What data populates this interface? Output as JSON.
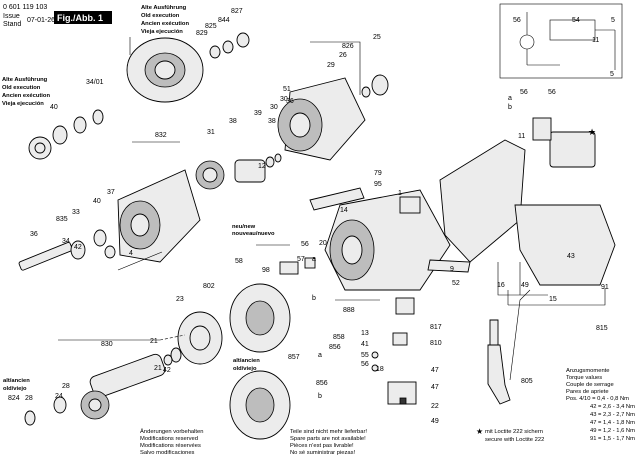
{
  "header": {
    "doc_number": "0 601 119 103",
    "issue_label": "Issue",
    "stand_label": "Stand",
    "date": "07-01-26",
    "figure_tag": "Fig./Abb. 1"
  },
  "old_execution_top": [
    "Alte Ausführung",
    "Old execution",
    "Ancien exécution",
    "Vieja ejecución"
  ],
  "old_execution_left": [
    "Alte Ausführung",
    "Old execution",
    "Ancien exécution",
    "Vieja ejecución"
  ],
  "new_label": [
    "neu/new",
    "nouveau/nuevo"
  ],
  "old_label_mid": [
    "alt/ancien",
    "old/viejo"
  ],
  "old_label_left": [
    "alt/ancien",
    "old/viejo"
  ],
  "footer_changes": [
    "Änderungen vorbehalten",
    "Modifications reserved",
    "Modifications réservées",
    "Salvo modificaciones"
  ],
  "footer_parts": [
    "Teile sind nicht mehr lieferbar!",
    "Spare parts are not available!",
    "Pièces n'est pas livrable!",
    "No sé suministrar piezas!"
  ],
  "loctite_note": [
    "mit Loctite 222 sichern",
    "secure with Loctite 222"
  ],
  "torque_table": [
    "Anzugsmomente",
    "Torque values",
    "Couple de serrage",
    "Pares de apriete",
    "Pos. 4/10 = 0,4 - 0,8 Nm",
    "42 = 2,6 - 3,4 Nm",
    "43 = 2,3 - 2,7 Nm",
    "47 = 1,4 - 1,8 Nm",
    "49 = 1,2 - 1,6 Nm",
    "91 = 1,5 - 1,7 Nm"
  ],
  "star": "★",
  "markers": [
    "a",
    "b",
    "a",
    "b",
    "a",
    "b"
  ],
  "part_numbers": [
    "827",
    "844",
    "825",
    "829",
    "826",
    "25",
    "26",
    "29",
    "34/01",
    "40",
    "51",
    "30",
    "36",
    "38",
    "832",
    "31",
    "38",
    "39",
    "30",
    "12",
    "37",
    "40",
    "33",
    "835",
    "36",
    "34",
    "42",
    "4",
    "79",
    "95",
    "1",
    "14",
    "20",
    "98",
    "56",
    "57",
    "58",
    "802",
    "23",
    "9",
    "52",
    "888",
    "13",
    "41",
    "55",
    "56",
    "817",
    "810",
    "18",
    "47",
    "47",
    "22",
    "49",
    "830",
    "21",
    "21",
    "28",
    "24",
    "824",
    "28",
    "857",
    "858",
    "856",
    "856",
    "42",
    "16",
    "49",
    "15",
    "815",
    "43",
    "91",
    "805",
    "56",
    "56",
    "11",
    "56",
    "11",
    "54",
    "5",
    "5"
  ],
  "colors": {
    "ink": "#000000",
    "fig_tag_bg": "#000000",
    "fig_tag_text": "#ffffff"
  }
}
